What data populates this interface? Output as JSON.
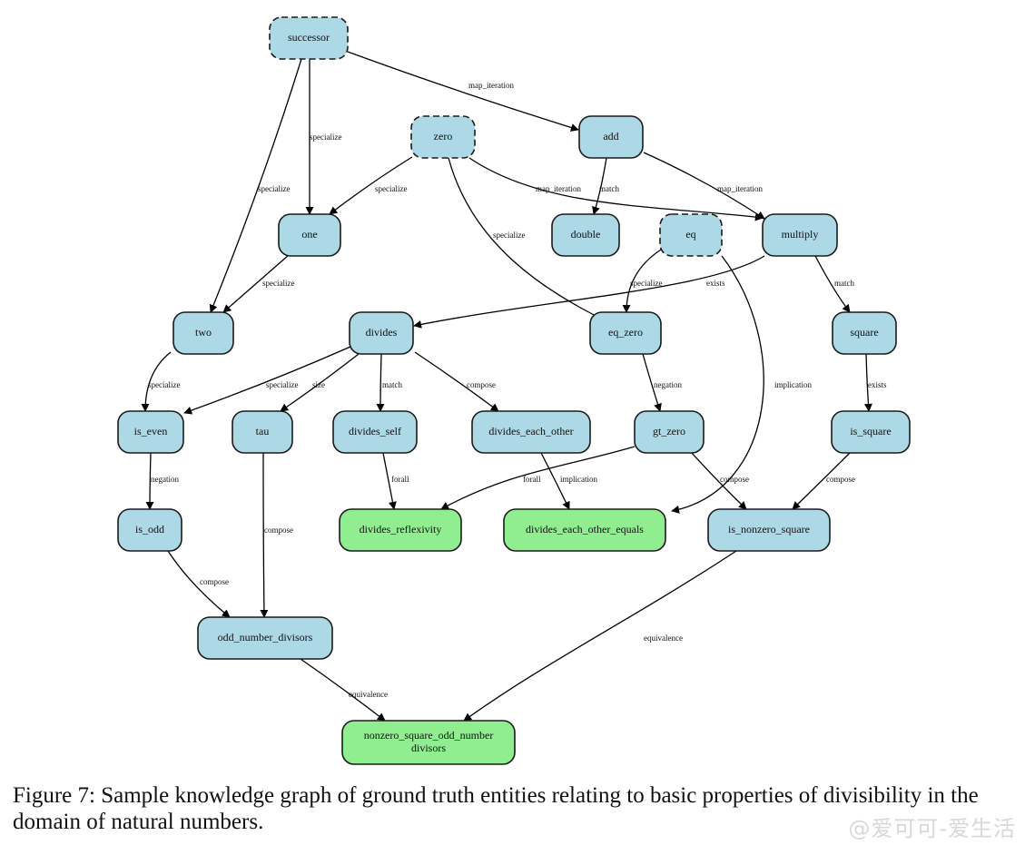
{
  "figure": {
    "caption": "Figure 7: Sample knowledge graph of ground truth entities relating to basic properties of divisibility in the domain of natural numbers.",
    "watermark": "@爱可可-爱生活"
  },
  "colors": {
    "entity_fill": "#add8e6",
    "theorem_fill": "#90ee90",
    "stroke": "#1a1a1a"
  },
  "nodes": [
    {
      "id": "successor",
      "label": "successor",
      "kind": "base",
      "dashed": true
    },
    {
      "id": "zero",
      "label": "zero",
      "kind": "base",
      "dashed": true
    },
    {
      "id": "add",
      "label": "add",
      "kind": "entity",
      "dashed": false
    },
    {
      "id": "one",
      "label": "one",
      "kind": "entity",
      "dashed": false
    },
    {
      "id": "double",
      "label": "double",
      "kind": "entity",
      "dashed": false
    },
    {
      "id": "eq",
      "label": "eq",
      "kind": "base",
      "dashed": true
    },
    {
      "id": "multiply",
      "label": "multiply",
      "kind": "entity",
      "dashed": false
    },
    {
      "id": "two",
      "label": "two",
      "kind": "entity",
      "dashed": false
    },
    {
      "id": "divides",
      "label": "divides",
      "kind": "entity",
      "dashed": false
    },
    {
      "id": "eq_zero",
      "label": "eq_zero",
      "kind": "entity",
      "dashed": false
    },
    {
      "id": "square",
      "label": "square",
      "kind": "entity",
      "dashed": false
    },
    {
      "id": "is_even",
      "label": "is_even",
      "kind": "entity",
      "dashed": false
    },
    {
      "id": "tau",
      "label": "tau",
      "kind": "entity",
      "dashed": false
    },
    {
      "id": "divides_self",
      "label": "divides_self",
      "kind": "entity",
      "dashed": false
    },
    {
      "id": "divides_each_other",
      "label": "divides_each_other",
      "kind": "entity",
      "dashed": false
    },
    {
      "id": "gt_zero",
      "label": "gt_zero",
      "kind": "entity",
      "dashed": false
    },
    {
      "id": "is_square",
      "label": "is_square",
      "kind": "entity",
      "dashed": false
    },
    {
      "id": "is_odd",
      "label": "is_odd",
      "kind": "entity",
      "dashed": false
    },
    {
      "id": "divides_reflexivity",
      "label": "divides_reflexivity",
      "kind": "theorem",
      "dashed": false
    },
    {
      "id": "divides_each_other_equals",
      "label": "divides_each_other_equals",
      "kind": "theorem",
      "dashed": false
    },
    {
      "id": "is_nonzero_square",
      "label": "is_nonzero_square",
      "kind": "entity",
      "dashed": false
    },
    {
      "id": "odd_number_divisors",
      "label": "odd_number_divisors",
      "kind": "entity",
      "dashed": false
    },
    {
      "id": "nonzero_square_odd_number_divisors",
      "label": "nonzero_square_odd_number\ndivisors",
      "kind": "theorem",
      "dashed": false
    }
  ],
  "edges": [
    {
      "from": "successor",
      "to": "add",
      "label": "map_iteration"
    },
    {
      "from": "successor",
      "to": "one",
      "label": "specialize"
    },
    {
      "from": "successor",
      "to": "two",
      "label": "specialize"
    },
    {
      "from": "zero",
      "to": "one",
      "label": "specialize"
    },
    {
      "from": "zero",
      "to": "multiply",
      "label": "map_iteration"
    },
    {
      "from": "zero",
      "to": "eq_zero",
      "label": "specialize"
    },
    {
      "from": "add",
      "to": "double",
      "label": "match"
    },
    {
      "from": "add",
      "to": "multiply",
      "label": "map_iteration"
    },
    {
      "from": "one",
      "to": "two",
      "label": "specialize"
    },
    {
      "from": "eq",
      "to": "eq_zero",
      "label": "specialize"
    },
    {
      "from": "eq",
      "to": "divides_each_other_equals",
      "label": "implication"
    },
    {
      "from": "multiply",
      "to": "divides",
      "label": "exists"
    },
    {
      "from": "multiply",
      "to": "square",
      "label": "match"
    },
    {
      "from": "two",
      "to": "is_even",
      "label": "specialize"
    },
    {
      "from": "divides",
      "to": "is_even",
      "label": "specialize"
    },
    {
      "from": "divides",
      "to": "tau",
      "label": "size"
    },
    {
      "from": "divides",
      "to": "divides_self",
      "label": "match"
    },
    {
      "from": "divides",
      "to": "divides_each_other",
      "label": "compose"
    },
    {
      "from": "eq_zero",
      "to": "gt_zero",
      "label": "negation"
    },
    {
      "from": "square",
      "to": "is_square",
      "label": "exists"
    },
    {
      "from": "is_even",
      "to": "is_odd",
      "label": "negation"
    },
    {
      "from": "tau",
      "to": "odd_number_divisors",
      "label": "compose"
    },
    {
      "from": "divides_self",
      "to": "divides_reflexivity",
      "label": "forall"
    },
    {
      "from": "gt_zero",
      "to": "divides_reflexivity",
      "label": "forall"
    },
    {
      "from": "divides_each_other",
      "to": "divides_each_other_equals",
      "label": "implication"
    },
    {
      "from": "gt_zero",
      "to": "is_nonzero_square",
      "label": "compose"
    },
    {
      "from": "is_square",
      "to": "is_nonzero_square",
      "label": "compose"
    },
    {
      "from": "is_odd",
      "to": "odd_number_divisors",
      "label": "compose"
    },
    {
      "from": "odd_number_divisors",
      "to": "nonzero_square_odd_number_divisors",
      "label": "equivalence"
    },
    {
      "from": "is_nonzero_square",
      "to": "nonzero_square_odd_number_divisors",
      "label": "equivalence"
    }
  ]
}
